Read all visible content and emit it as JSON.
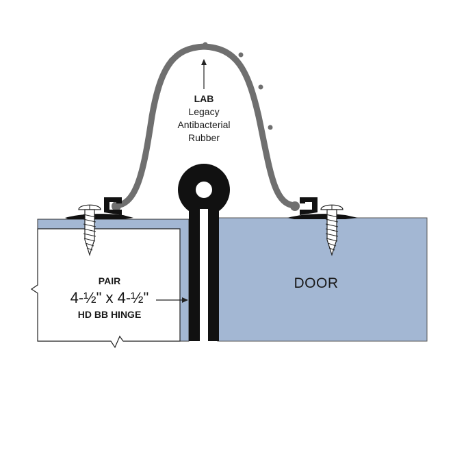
{
  "labels": {
    "gasket": {
      "line1": "LAB",
      "line2": "Legacy",
      "line3": "Antibacterial",
      "line4": "Rubber"
    },
    "door": "DOOR",
    "hinge": {
      "line1": "PAIR",
      "line2": "4-½\" x 4-½\"",
      "line3": "HD BB HINGE"
    }
  },
  "colors": {
    "door_fill": "#a3b7d3",
    "frame_fill": "#a3b7d3",
    "gasket": "#6f6f6f",
    "hinge": "#111111",
    "outline": "#333333"
  }
}
